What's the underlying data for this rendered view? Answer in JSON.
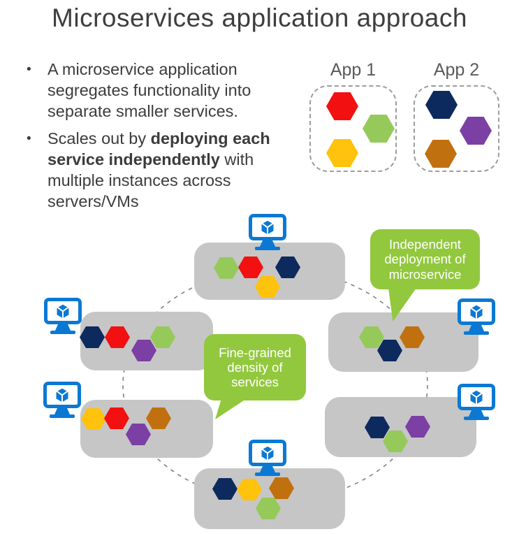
{
  "slide": {
    "title": "Microservices application approach"
  },
  "bullets": {
    "marker": "•",
    "first": "A microservice application segregates functionality into separate smaller services.",
    "second_pre": "Scales out by ",
    "second_bold": "deploying each service independently",
    "second_post": " with multiple instances across servers/VMs"
  },
  "apps": {
    "app1": {
      "label": "App 1",
      "services": [
        "red",
        "green",
        "yellow"
      ]
    },
    "app2": {
      "label": "App 2",
      "services": [
        "navy",
        "purple",
        "brown"
      ]
    }
  },
  "callouts": {
    "independent": "Independent deployment of microservice",
    "fine_grained": "Fine-grained density of services"
  },
  "servers": [
    {
      "name": "server-top",
      "services": [
        "green",
        "red",
        "navy",
        "yellow"
      ]
    },
    {
      "name": "server-left-top",
      "services": [
        "navy",
        "red",
        "purple",
        "green"
      ]
    },
    {
      "name": "server-left-bottom",
      "services": [
        "yellow",
        "red",
        "purple",
        "brown"
      ]
    },
    {
      "name": "server-bottom",
      "services": [
        "navy",
        "yellow",
        "brown",
        "green"
      ]
    },
    {
      "name": "server-right-top",
      "services": [
        "green",
        "navy",
        "brown"
      ]
    },
    {
      "name": "server-right-bottom",
      "services": [
        "navy",
        "green",
        "purple"
      ]
    }
  ],
  "icons": {
    "server": "monitor-with-cube-icon",
    "service": "hexagon-shape",
    "ring": "dashed-circle"
  },
  "colors": {
    "red": "#F21010",
    "green": "#95CA5A",
    "yellow": "#FFC20D",
    "navy": "#0D2A5E",
    "purple": "#7C3FA4",
    "brown": "#C1700F",
    "monitor_blue": "#0B79D4",
    "server_gray": "#C6C6C6",
    "callout_green": "#92C83E",
    "ring_gray": "#808080",
    "border_gray": "#9C9C9C",
    "title_gray": "#3E3E3E",
    "text_dark": "#3C3C3C",
    "label_gray": "#5A5A5A"
  }
}
